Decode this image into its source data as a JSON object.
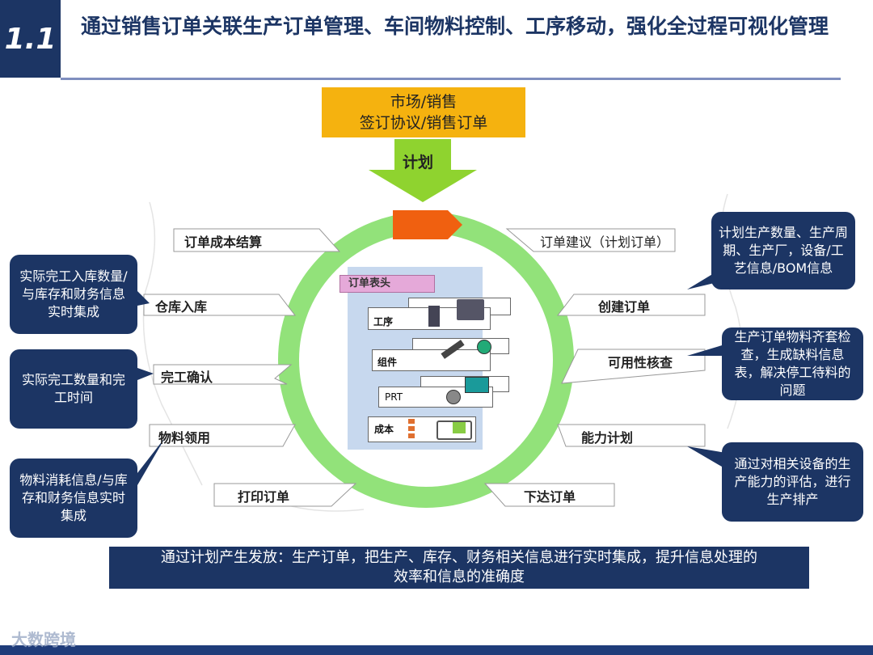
{
  "header": {
    "number": "1.1",
    "title": "通过销售订单关联生产订单管理、车间物料控制、工序移动，强化全过程可视化管理"
  },
  "market": {
    "line1": "市场/销售",
    "line2": "签订协议/销售订单"
  },
  "plan_label": "计划",
  "cycle_steps": {
    "order_suggestion": "订单建议（计划订单）",
    "create_order": "创建订单",
    "availability_check": "可用性核查",
    "capacity_plan": "能力计划",
    "release_order": "下达订单",
    "print_order": "打印订单",
    "material_issue": "物料领用",
    "completion_confirm": "完工确认",
    "warehouse_receipt": "仓库入库",
    "order_cost_settlement": "订单成本结算"
  },
  "callouts": {
    "plan_info": "计划生产数量、生产周期、生产厂，设备/工艺信息/BOM信息",
    "material_kit": "生产订单物料齐套检查，生成缺料信息表，解决停工待料的问题",
    "capacity_eval": "通过对相关设备的生产能力的评估，进行生产排产",
    "warehouse_qty": "实际完工入库数量/与库存和财务信息实时集成",
    "completion_qty": "实际完工数量和完工时间",
    "material_consume": "物料消耗信息/与库存和财务信息实时集成"
  },
  "order_panel": {
    "header": "订单表头",
    "operation": "工序",
    "component": "组件",
    "prt": "PRT",
    "cost": "成本"
  },
  "summary": {
    "line1": "通过计划产生发放：生产订单，把生产、库存、财务相关信息进行实时集成，提升信息处理的",
    "line2": "效率和信息的准确度"
  },
  "watermark": "大数跨境",
  "colors": {
    "navy": "#1c3564",
    "ring_green": "#92e27a",
    "arrow_green": "#8fd32f",
    "market_orange": "#f5b20f",
    "pointer_orange": "#f06010",
    "panel_blue": "#c7d8ee",
    "header_pink": "#e5a9d9"
  }
}
